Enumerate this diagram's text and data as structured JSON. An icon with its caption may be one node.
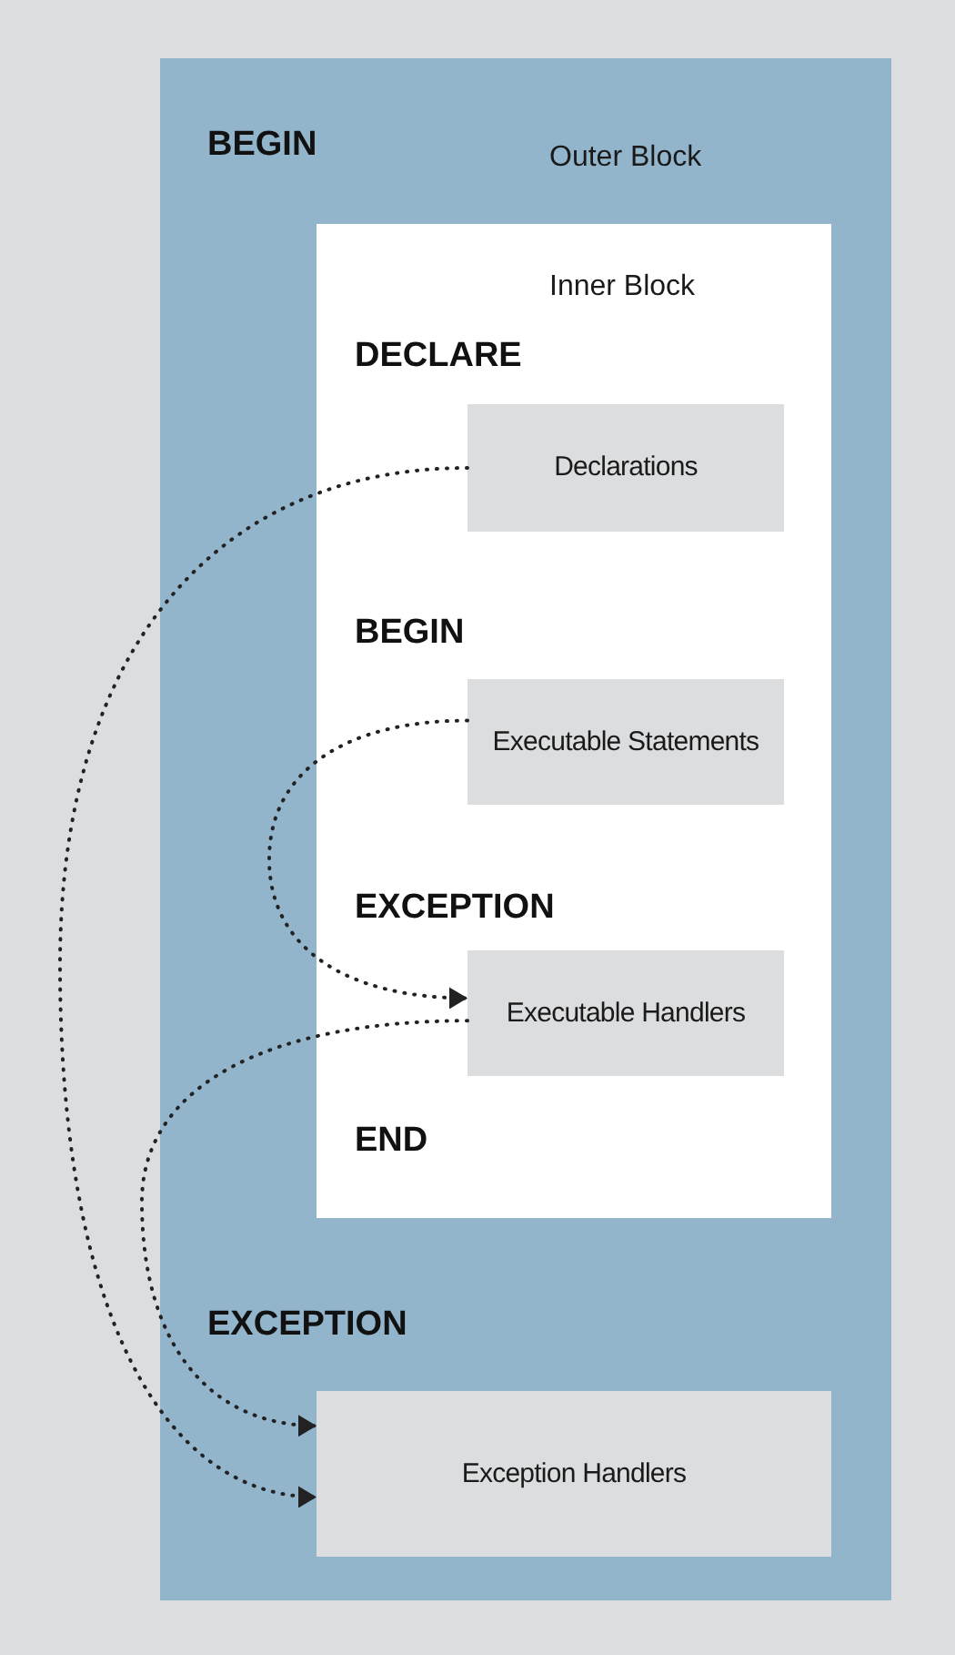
{
  "diagram": {
    "nodes": [
      {
        "text": [
          "BEGIN",
          "Outer Block",
          "EXCEPTION"
        ]
      },
      {
        "text": [
          "Inner Block",
          "DECLARE",
          "BEGIN",
          "EXCEPTION",
          "END"
        ],
        "in": 0
      },
      {
        "text": [
          "Declarations"
        ],
        "in": 1
      },
      {
        "text": [
          "Executable Statements"
        ],
        "in": 1
      },
      {
        "text": [
          "Executable Handlers"
        ],
        "in": 1
      },
      {
        "text": [
          "Exception Handlers"
        ],
        "in": 0
      }
    ],
    "edges": [
      {
        "from": 2,
        "to": 5,
        "arrow": "to"
      },
      {
        "from": 3,
        "to": 4,
        "arrow": "to"
      },
      {
        "from": 4,
        "to": 5,
        "arrow": "to"
      }
    ]
  }
}
